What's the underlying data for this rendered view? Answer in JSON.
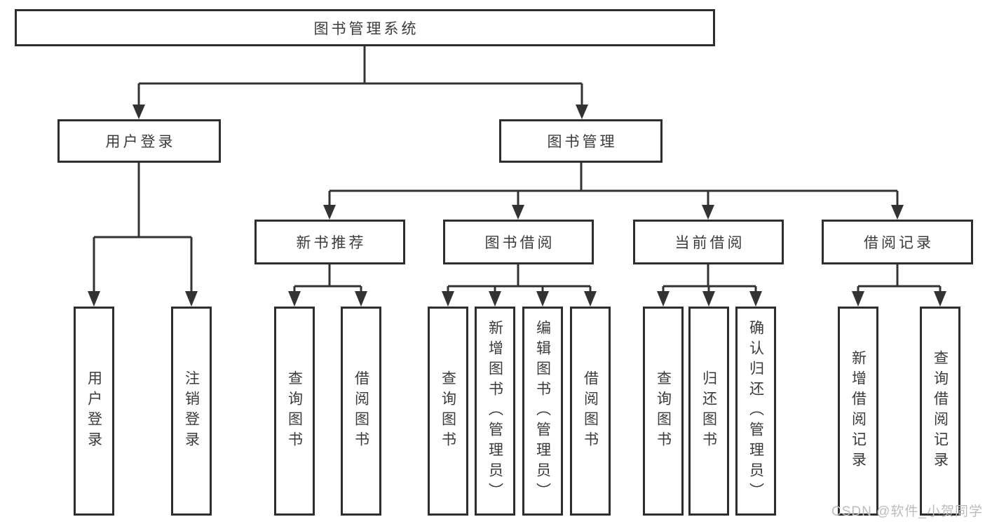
{
  "diagram": {
    "type": "feature-tree",
    "root": {
      "label": "图书管理系统"
    },
    "level1": [
      {
        "id": "user-login",
        "label": "用户登录"
      },
      {
        "id": "book-management",
        "label": "图书管理"
      }
    ],
    "level2": [
      {
        "id": "new-book-recommend",
        "label": "新书推荐"
      },
      {
        "id": "book-borrow",
        "label": "图书借阅"
      },
      {
        "id": "current-borrow",
        "label": "当前借阅"
      },
      {
        "id": "borrow-records",
        "label": "借阅记录"
      }
    ],
    "leaves": {
      "user_login": [
        "用户登录",
        "注销登录"
      ],
      "new_book_recommend": [
        "查询图书",
        "借阅图书"
      ],
      "book_borrow": [
        "查询图书",
        "新增图书（管理员）",
        "编辑图书（管理员）",
        "借阅图书"
      ],
      "current_borrow": [
        "查询图书",
        "归还图书",
        "确认归还（管理员）"
      ],
      "borrow_records": [
        "新增借阅记录",
        "查询借阅记录"
      ]
    }
  },
  "colors": {
    "line": "#333333",
    "box_border": "#2e2e2e",
    "text": "#3b3b3b",
    "background": "#ffffff",
    "watermark": "#bcbcbc"
  },
  "watermark": {
    "text": "CSDN @软件_小贺同学"
  }
}
